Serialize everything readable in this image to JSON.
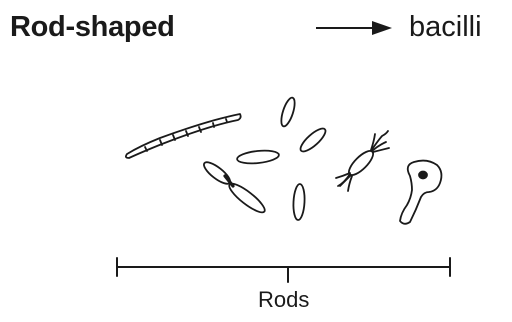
{
  "heading": {
    "shape": "Rod-shaped",
    "term": "bacilli"
  },
  "icons": {
    "arrow": "right-arrow-icon"
  },
  "figure": {
    "caption": "Rods"
  },
  "colors": {
    "ink": "#1a1a1a",
    "background": "#ffffff"
  }
}
